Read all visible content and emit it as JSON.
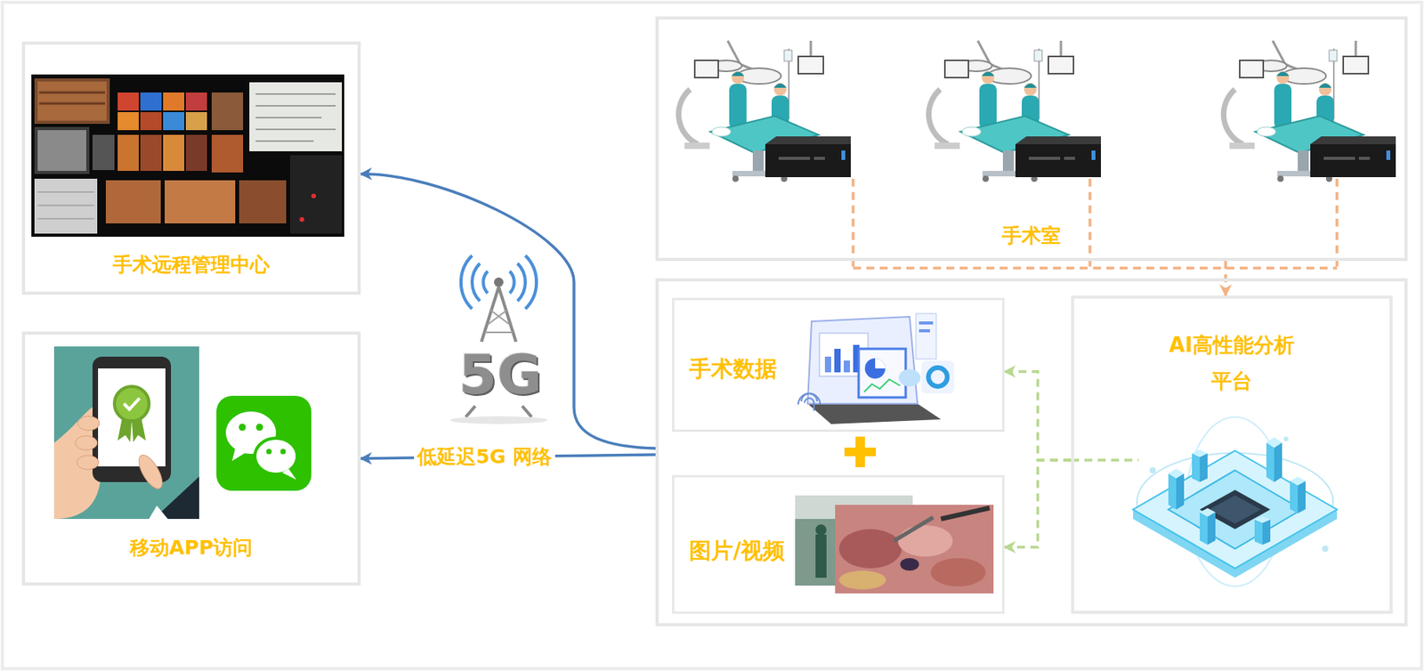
{
  "diagram": {
    "nodes": [
      {
        "text": [
          "手术远程管理中心"
        ]
      },
      {
        "text": [
          "手术室"
        ]
      },
      {
        "text": [
          "移动APP访问"
        ]
      },
      {
        "text": []
      },
      {
        "text": [
          "手术数据"
        ],
        "in": 3
      },
      {
        "text": [
          "图片/视频"
        ],
        "in": 3
      },
      {
        "text": [
          "AI高性能分析 平台"
        ],
        "in": 3
      }
    ],
    "edges": [
      {
        "from": 1,
        "to": 6,
        "arrow": "to"
      },
      {
        "from": 6,
        "to": 4,
        "arrow": "to"
      },
      {
        "from": 6,
        "to": 5,
        "arrow": "to"
      },
      {
        "from": 3,
        "to": 0,
        "arrow": "to"
      },
      {
        "from": 3,
        "to": 2,
        "arrow": "to",
        "label": "低延迟5G 网络"
      }
    ],
    "labels": [
      "5G"
    ]
  }
}
